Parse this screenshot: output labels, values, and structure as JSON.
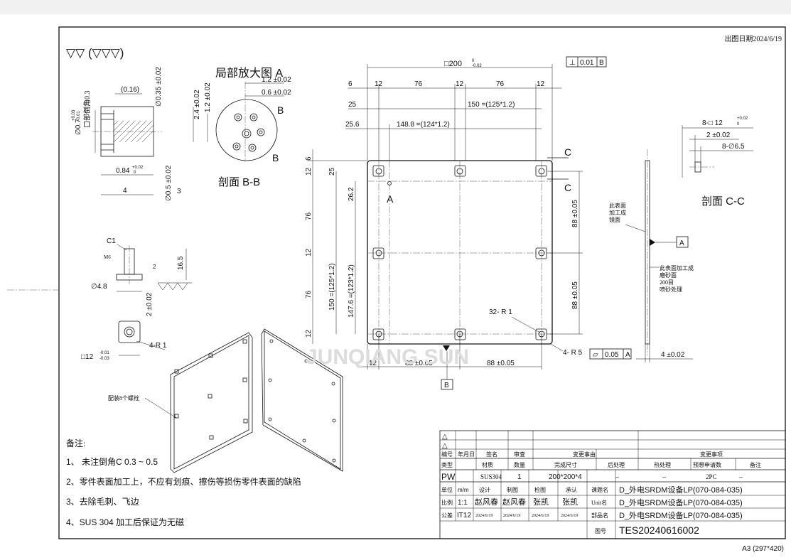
{
  "header": {
    "date_label": "出图日期2024/6/19",
    "surface_symbol": "▽▽ (▽▽▽)"
  },
  "detail_a": {
    "title": "局部放大图 A",
    "dims": [
      "1.2 ±0.02",
      "0.6 ±0.02",
      "2.4 ±0.02",
      "1.2 ±0.02"
    ],
    "label_b": "B",
    "section_title": "剖面 B-B"
  },
  "pin_section": {
    "dims": [
      "(0.16)",
      "∅0.35 ±0.02",
      "∅0.7",
      "+0.03",
      "-0.01",
      "口部倒角0.3",
      "0.84",
      "+0.02",
      "0",
      "4",
      "∅0.5 ±0.02",
      "3"
    ]
  },
  "stud": {
    "c1": "C1",
    "m6": "M6",
    "dims": [
      "16.5",
      "2",
      "∅4.8",
      "2 ±0.02"
    ]
  },
  "corner_detail": {
    "r": "4-R 1",
    "size": "□12",
    "tol_up": "-0.01",
    "tol_dn": "-0.03"
  },
  "iso": {
    "note": "配装8个螺栓"
  },
  "main_view": {
    "top_dim": "□200",
    "top_tol_up": "0",
    "top_tol_dn": "-0.02",
    "perp_tol": [
      "⊥",
      "0.01",
      "B"
    ],
    "row_dims": [
      "6",
      "12",
      "76",
      "12",
      "76",
      "12"
    ],
    "dim_25": "25",
    "dim_150": "150 =(125*1.2)",
    "dim_256": "25.6",
    "dim_1488": "148.8 =(124*1.2)",
    "label_c": "C",
    "label_a": "A",
    "left_dims": [
      "6",
      "12",
      "25",
      "26.2",
      "76",
      "12",
      "76",
      "150 =(125*1.2)",
      "147.6 =(123*1.2)",
      "12"
    ],
    "right_dims": [
      "88 ±0.05",
      "88 ±0.05"
    ],
    "r1": "32- R 1",
    "r5": "4- R 5",
    "bottom_dims": [
      "12",
      "88 ±0.05",
      "88 ±0.05"
    ],
    "label_b": "B",
    "flat_tol": [
      "▱",
      "0.05",
      "A"
    ],
    "watermark": "JUNQIANG SUN"
  },
  "section_c": {
    "dims": [
      "8-□ 12",
      "+0.02",
      "0",
      "2 ±0.02",
      "8-∅6.5"
    ],
    "note1": [
      "此表面",
      "加工成",
      "镜面"
    ],
    "label_a": "A",
    "note2": [
      "此表面加工成",
      "磨砂面",
      "200目",
      "喷砂处理"
    ],
    "thk": "4 ±0.02",
    "title": "剖面 C-C"
  },
  "notes": {
    "heading": "备注:",
    "items": [
      "1、 未注倒角C 0.3 ~ 0.5",
      "2、零件表面加工上，不应有划痕、擦伤等损伤零件表面的缺陷",
      "3、去除毛刺、飞边",
      "4、SUS 304 加工后保证为无磁"
    ]
  },
  "title_block": {
    "rev_marks": [
      "△",
      "△"
    ],
    "row1": [
      "编号",
      "年月日",
      "签名",
      "审查",
      "变更事由",
      "变更事项"
    ],
    "row2": [
      "类型",
      "材质",
      "数量",
      "完成尺寸",
      "后处理",
      "热处理",
      "预想申请数",
      "备注"
    ],
    "row3": [
      "PW",
      "SUS304",
      "1",
      "200*200*4",
      "–",
      "–",
      "2PC",
      "–"
    ],
    "row4": [
      "单位",
      "m/m",
      "设计",
      "制图",
      "检图",
      "承认"
    ],
    "row5": [
      "比例",
      "1:1",
      "赵风春",
      "赵风春",
      "张凯",
      "张凯"
    ],
    "row6": [
      "公差",
      "IT12",
      "2024/6/19",
      "2024/6/19",
      "2024/6/19",
      "2024/6/19"
    ],
    "right_labels": [
      "课题名",
      "Unit名",
      "部品名",
      "图号"
    ],
    "right_values": [
      "D_外电SRDM设备LP(070-084-035)",
      "D_外电SRDM设备LP(070-084-035)",
      "D_外电SRDM设备LP(070-084-035)",
      "TES20240616002"
    ]
  },
  "footer": {
    "paper": "A3 (297*420)"
  }
}
